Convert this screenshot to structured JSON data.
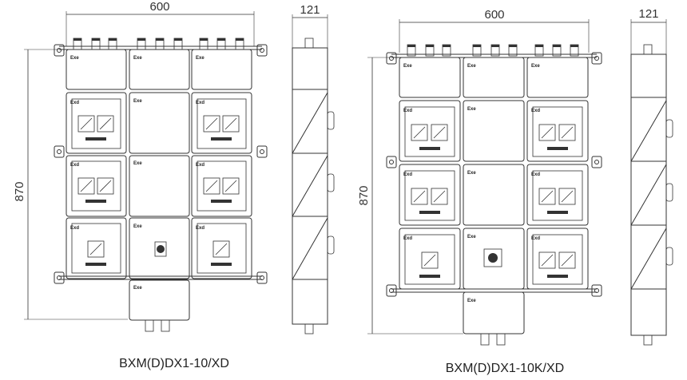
{
  "drawings": [
    {
      "front": {
        "width_label": "600",
        "height_label": "870"
      },
      "side": {
        "width_label": "121"
      },
      "model": "BXM(D)DX1-10/XD"
    },
    {
      "front": {
        "width_label": "600",
        "height_label": "870"
      },
      "side": {
        "width_label": "121"
      },
      "model": "BXM(D)DX1-10K/XD"
    }
  ],
  "module_labels": {
    "increased_safety": "Exe",
    "flameproof": "Exd"
  }
}
